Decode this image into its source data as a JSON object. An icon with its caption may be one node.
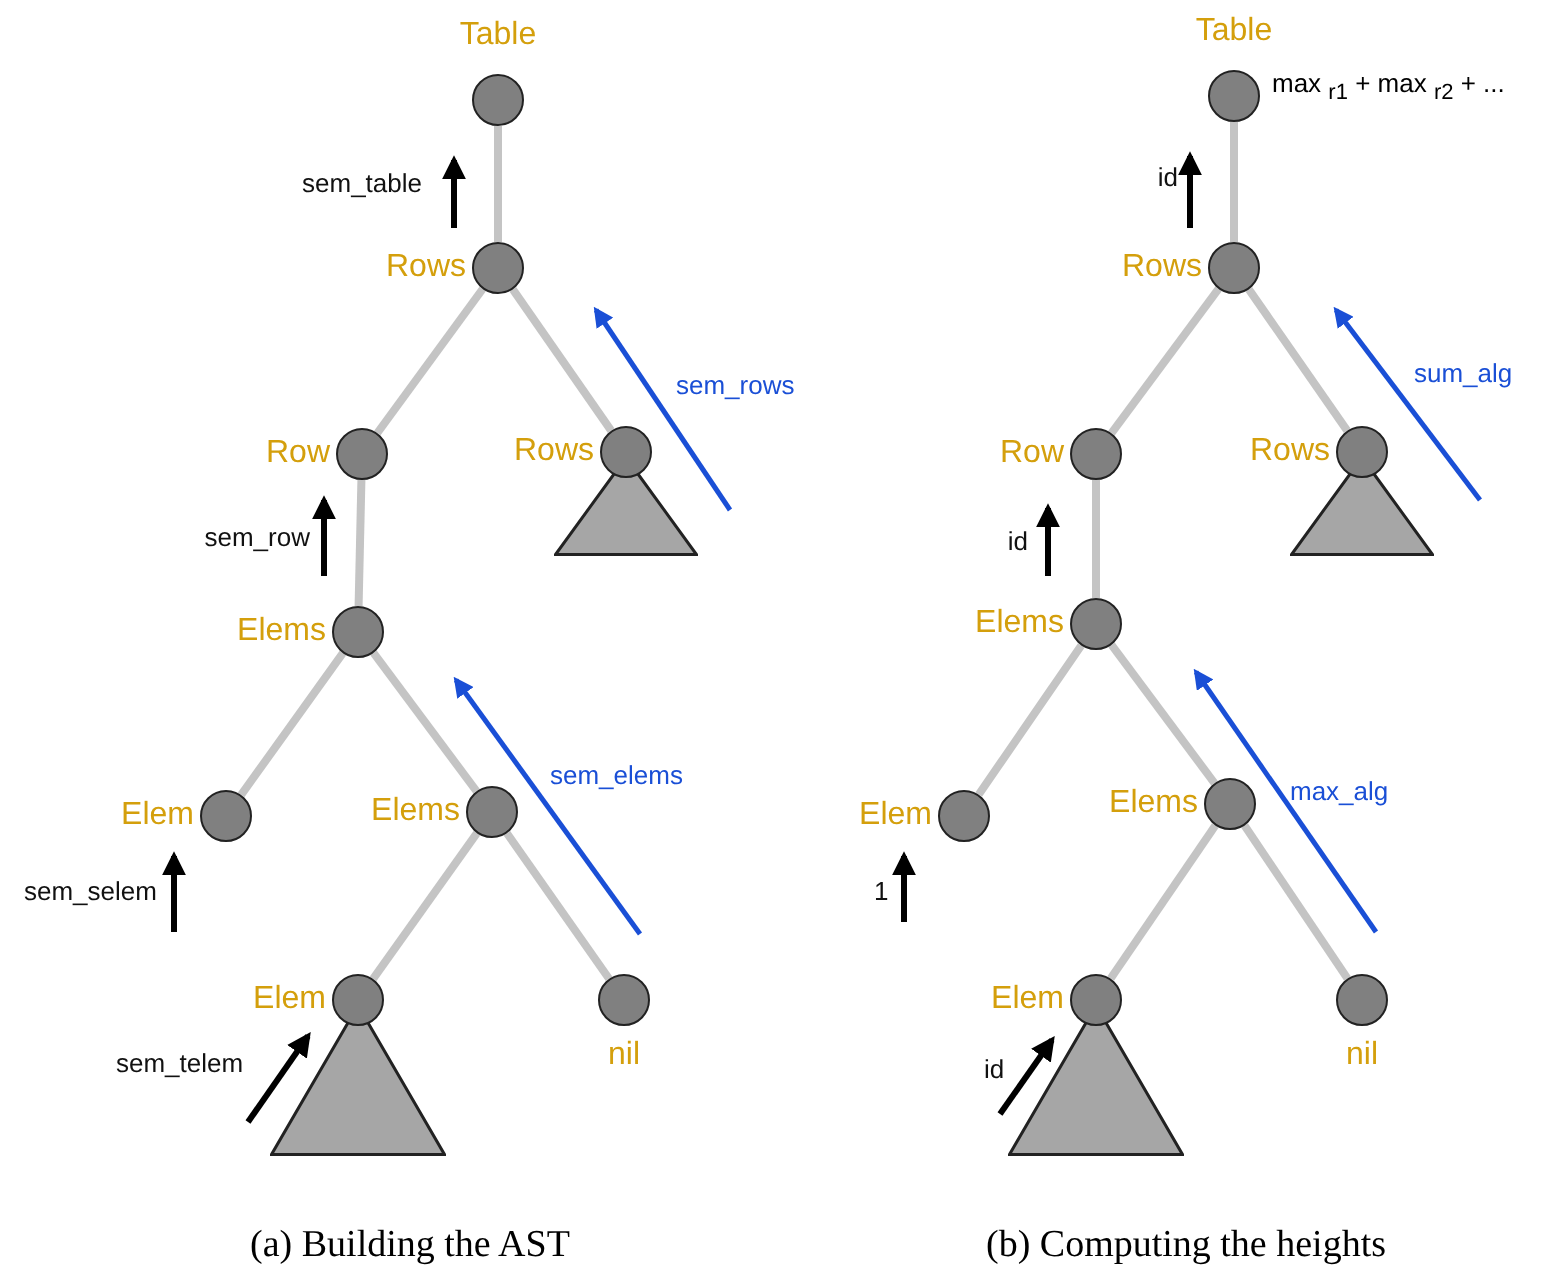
{
  "diagram": {
    "nodes": [
      {
        "text": [
          "Table"
        ]
      },
      {
        "text": [
          "Rows"
        ]
      },
      {
        "text": [
          "Row"
        ]
      },
      {
        "text": [
          "Rows"
        ]
      },
      {
        "text": [],
        "shape": "triangle"
      },
      {
        "text": [
          "Elems"
        ]
      },
      {
        "text": [
          "Elem"
        ]
      },
      {
        "text": [
          "Elems"
        ]
      },
      {
        "text": [
          "Elem"
        ]
      },
      {
        "text": [],
        "shape": "triangle"
      },
      {
        "text": [
          "nil"
        ]
      },
      {
        "text": [
          "Table"
        ],
        "beside": [
          "max $_{r1}$ + max $_{r2}$ + ..."
        ]
      },
      {
        "text": [
          "Rows"
        ]
      },
      {
        "text": [
          "Row"
        ]
      },
      {
        "text": [
          "Rows"
        ]
      },
      {
        "text": [],
        "shape": "triangle"
      },
      {
        "text": [
          "Elems"
        ]
      },
      {
        "text": [
          "Elem"
        ]
      },
      {
        "text": [
          "Elems"
        ]
      },
      {
        "text": [
          "Elem"
        ]
      },
      {
        "text": [],
        "shape": "triangle"
      },
      {
        "text": [
          "nil"
        ]
      }
    ],
    "edges": [
      {
        "from": 0,
        "to": 1,
        "arrow": "none"
      },
      {
        "from": 1,
        "to": 2,
        "arrow": "none"
      },
      {
        "from": 1,
        "to": 3,
        "arrow": "none"
      },
      {
        "from": 2,
        "to": 5,
        "arrow": "none"
      },
      {
        "from": 5,
        "to": 6,
        "arrow": "none"
      },
      {
        "from": 5,
        "to": 7,
        "arrow": "none"
      },
      {
        "from": 7,
        "to": 8,
        "arrow": "none"
      },
      {
        "from": 7,
        "to": 10,
        "arrow": "none"
      },
      {
        "from": 11,
        "to": 12,
        "arrow": "none"
      },
      {
        "from": 12,
        "to": 13,
        "arrow": "none"
      },
      {
        "from": 12,
        "to": 14,
        "arrow": "none"
      },
      {
        "from": 13,
        "to": 16,
        "arrow": "none"
      },
      {
        "from": 16,
        "to": 17,
        "arrow": "none"
      },
      {
        "from": 16,
        "to": 18,
        "arrow": "none"
      },
      {
        "from": 18,
        "to": 19,
        "arrow": "none"
      },
      {
        "from": 18,
        "to": 21,
        "arrow": "none"
      }
    ],
    "labels": [
      "sem_table",
      "sem_rows",
      "sem_row",
      "sem_elems",
      "sem_selem",
      "sem_telem",
      "id",
      "sum_alg",
      "id",
      "max_alg",
      "1",
      "id",
      "(a) Building the AST",
      "(b) Computing the heights"
    ]
  }
}
